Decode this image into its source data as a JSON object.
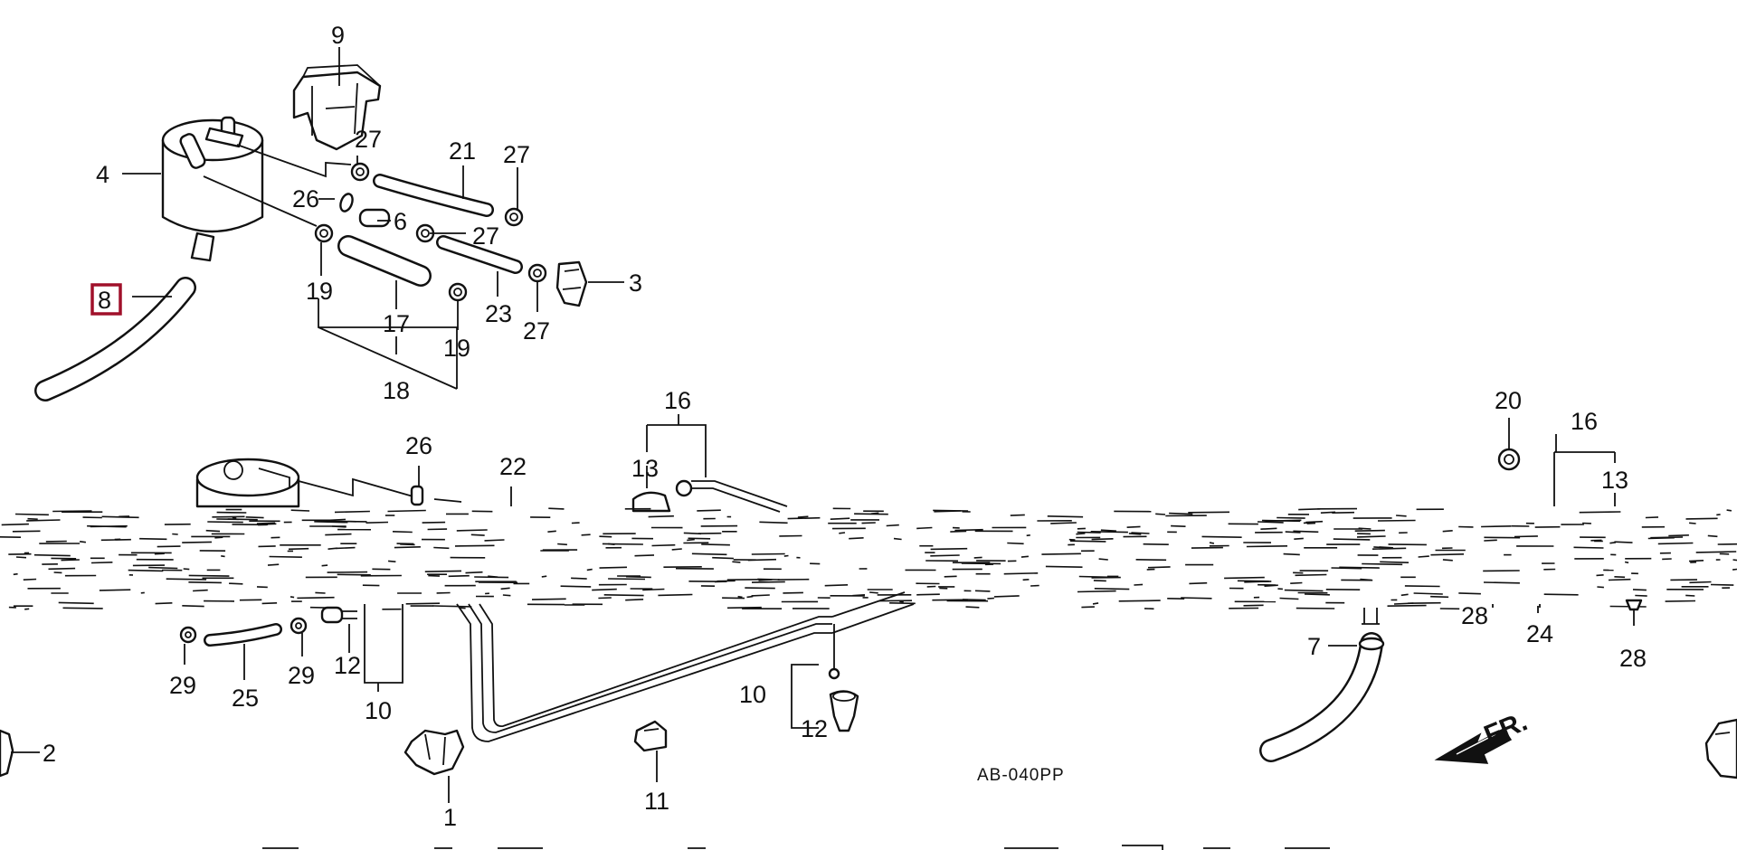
{
  "diagram": {
    "code": "AB-040PP",
    "direction_text": "FR.",
    "highlight_color": "#a0102a",
    "highlighted_part": "8",
    "labels": [
      {
        "id": "9",
        "text": "9"
      },
      {
        "id": "4",
        "text": "4"
      },
      {
        "id": "27a",
        "text": "27"
      },
      {
        "id": "21",
        "text": "21"
      },
      {
        "id": "27b",
        "text": "27"
      },
      {
        "id": "26a",
        "text": "26"
      },
      {
        "id": "6",
        "text": "6"
      },
      {
        "id": "27c",
        "text": "27"
      },
      {
        "id": "8",
        "text": "8"
      },
      {
        "id": "19a",
        "text": "19"
      },
      {
        "id": "17",
        "text": "17"
      },
      {
        "id": "23",
        "text": "23"
      },
      {
        "id": "3",
        "text": "3"
      },
      {
        "id": "27d",
        "text": "27"
      },
      {
        "id": "19b",
        "text": "19"
      },
      {
        "id": "18",
        "text": "18"
      },
      {
        "id": "16a",
        "text": "16"
      },
      {
        "id": "26b",
        "text": "26"
      },
      {
        "id": "22",
        "text": "22"
      },
      {
        "id": "13a",
        "text": "13"
      },
      {
        "id": "20",
        "text": "20"
      },
      {
        "id": "16b",
        "text": "16"
      },
      {
        "id": "13b",
        "text": "13"
      },
      {
        "id": "29a",
        "text": "29"
      },
      {
        "id": "25",
        "text": "25"
      },
      {
        "id": "29b",
        "text": "29"
      },
      {
        "id": "12a",
        "text": "12"
      },
      {
        "id": "10a",
        "text": "10"
      },
      {
        "id": "2",
        "text": "2"
      },
      {
        "id": "1",
        "text": "1"
      },
      {
        "id": "11",
        "text": "11"
      },
      {
        "id": "10b",
        "text": "10"
      },
      {
        "id": "12b",
        "text": "12"
      },
      {
        "id": "7",
        "text": "7"
      },
      {
        "id": "28a",
        "text": "28"
      },
      {
        "id": "24",
        "text": "24"
      },
      {
        "id": "28b",
        "text": "28"
      }
    ]
  }
}
